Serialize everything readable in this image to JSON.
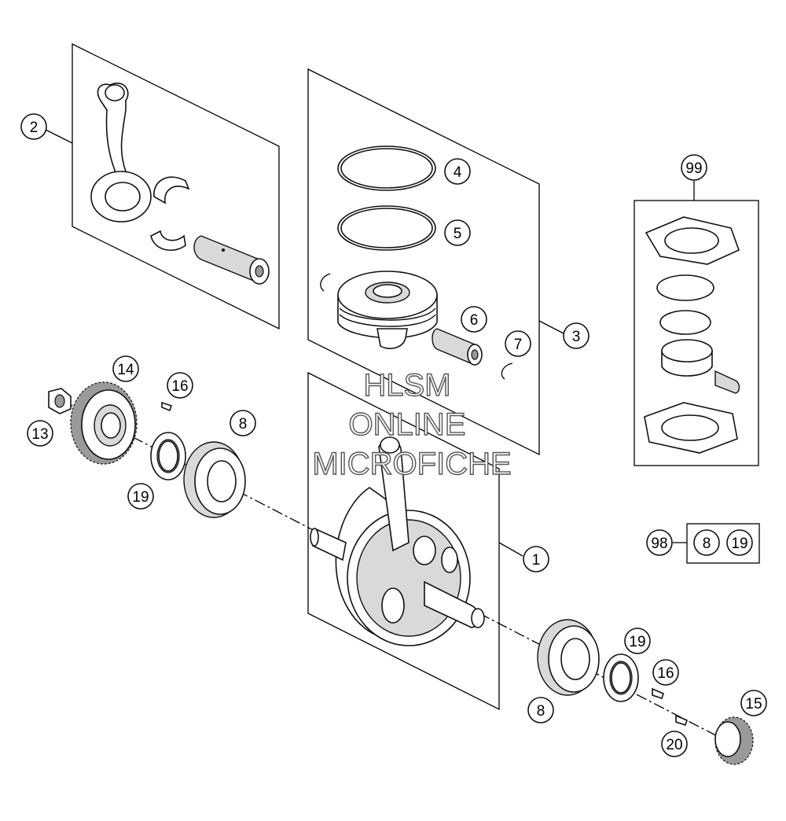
{
  "watermark": {
    "line1": "HLSM",
    "line2": "ONLINE",
    "line3": "MICROFICHE"
  },
  "callouts": {
    "c1": "1",
    "c2": "2",
    "c3": "3",
    "c4": "4",
    "c5": "5",
    "c6": "6",
    "c7": "7",
    "c8a": "8",
    "c8b": "8",
    "c8c": "8",
    "c13": "13",
    "c14": "14",
    "c15": "15",
    "c16a": "16",
    "c16b": "16",
    "c19a": "19",
    "c19b": "19",
    "c19c": "19",
    "c20": "20",
    "c98": "98",
    "c99": "99"
  },
  "icons": {
    "connecting_rod": "connecting-rod-icon",
    "piston": "piston-icon",
    "crankshaft": "crankshaft-icon",
    "gear": "gear-icon",
    "bearing": "bearing-icon"
  }
}
